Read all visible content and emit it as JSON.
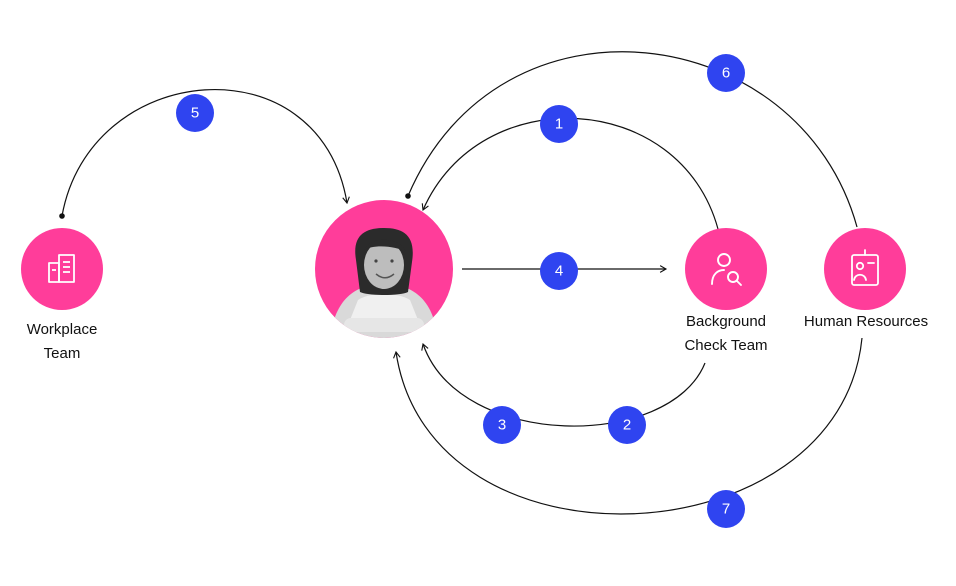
{
  "colors": {
    "node_fill": "#ff3d9a",
    "step_fill": "#2f44f0",
    "line": "#111111",
    "icon": "#ffffff",
    "background": "#ffffff"
  },
  "nodes": {
    "workplace": {
      "label_line1": "Workplace",
      "label_line2": "Team",
      "icon": "building-icon"
    },
    "person": {
      "icon": "person-photo"
    },
    "background_check": {
      "label_line1": "Background",
      "label_line2": "Check Team",
      "icon": "person-search-icon"
    },
    "hr": {
      "label": "Human Resources",
      "icon": "id-badge-icon"
    }
  },
  "steps": [
    "1",
    "2",
    "3",
    "4",
    "5",
    "6",
    "7"
  ]
}
